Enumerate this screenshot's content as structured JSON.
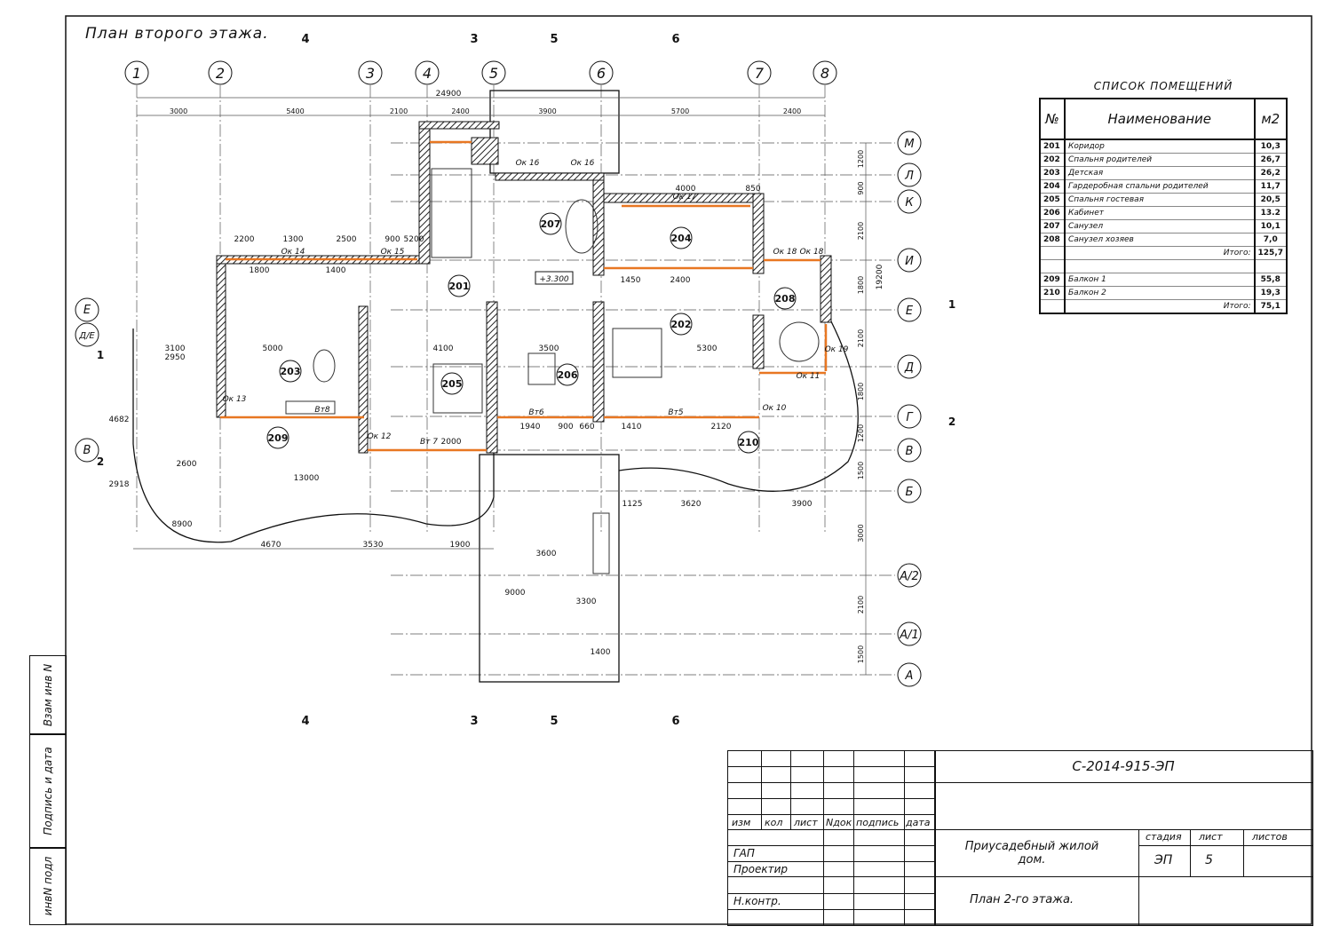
{
  "title": "План второго этажа.",
  "axes": {
    "columns": [
      "1",
      "2",
      "3",
      "4",
      "5",
      "6",
      "7",
      "8"
    ],
    "rows": [
      "М",
      "Л",
      "К",
      "И",
      "Е",
      "Д",
      "Г",
      "В",
      "Б",
      "А/2",
      "А/1",
      "А"
    ],
    "left_rows": [
      "Е",
      "Д/Е",
      "В"
    ]
  },
  "sections": [
    "4",
    "3",
    "5",
    "6",
    "1",
    "2"
  ],
  "dimensions": {
    "top_total": "24900",
    "top_segments": [
      "3000",
      "5400",
      "2100",
      "2400",
      "3900",
      "5700",
      "2400"
    ],
    "right_segments": [
      "1200",
      "900",
      "2100",
      "1800",
      "2100",
      "1800",
      "1200",
      "1500",
      "3000",
      "2100",
      "1500"
    ],
    "right_total": "19200",
    "bottom_segments": [
      "4670",
      "3530",
      "1900",
      "3600",
      "1125",
      "3620",
      "3900"
    ],
    "interior": [
      "2200",
      "1300",
      "2500",
      "900",
      "5200",
      "1800",
      "1400",
      "5000",
      "3100",
      "2950",
      "4100",
      "3500",
      "5300",
      "4000",
      "850",
      "1450",
      "2400",
      "2000",
      "1940",
      "900",
      "660",
      "1410",
      "2120",
      "2600",
      "8900",
      "13000",
      "9000",
      "3300",
      "1400",
      "4682",
      "2918"
    ]
  },
  "rooms_on_plan": [
    "201",
    "202",
    "203",
    "204",
    "205",
    "206",
    "207",
    "208",
    "209",
    "210"
  ],
  "level_mark": "+3.300",
  "openings": [
    "Ок 14",
    "Ок 15",
    "Ок 16",
    "Ок 17",
    "Ок 18",
    "Ок 19",
    "Ок 13",
    "Ок 12",
    "Ок 11",
    "Ок 10",
    "Вт8",
    "Вт 7",
    "Вт6",
    "Вт5"
  ],
  "room_list": {
    "caption": "СПИСОК ПОМЕЩЕНИЙ",
    "headers": {
      "num": "№",
      "name": "Наименование",
      "area": "м2"
    },
    "rows": [
      {
        "num": "201",
        "name": "Коридор",
        "area": "10,3"
      },
      {
        "num": "202",
        "name": "Спальня родителей",
        "area": "26,7"
      },
      {
        "num": "203",
        "name": "Детская",
        "area": "26,2"
      },
      {
        "num": "204",
        "name": "Гардеробная спальни родителей",
        "area": "11,7"
      },
      {
        "num": "205",
        "name": "Спальня гостевая",
        "area": "20,5"
      },
      {
        "num": "206",
        "name": "Кабинет",
        "area": "13.2"
      },
      {
        "num": "207",
        "name": "Санузел",
        "area": "10,1"
      },
      {
        "num": "208",
        "name": "Санузел хозяев",
        "area": "7,0"
      }
    ],
    "total1": {
      "label": "Итого:",
      "value": "125,7"
    },
    "rows2": [
      {
        "num": "209",
        "name": "Балкон 1",
        "area": "55,8"
      },
      {
        "num": "210",
        "name": "Балкон 2",
        "area": "19,3"
      }
    ],
    "total2": {
      "label": "Итого:",
      "value": "75,1"
    }
  },
  "title_block": {
    "code": "С-2014-915-ЭП",
    "cols": [
      "изм",
      "кол",
      "лист",
      "Nдок",
      "подпись",
      "дата"
    ],
    "roles": [
      "ГАП",
      "Проектир",
      "Н.контр."
    ],
    "project": "Приусадебный жилой дом.",
    "sheet_name": "План 2-го этажа.",
    "stage_label": "стадия",
    "sheet_label": "лист",
    "sheets_label": "листов",
    "stage": "ЭП",
    "sheet": "5"
  },
  "side_stamps": [
    "Взам инв N",
    "Подпись и дата",
    "инвN подл"
  ],
  "colors": {
    "wall_hatch": "#333333",
    "window": "#e87722",
    "line": "#111111"
  }
}
